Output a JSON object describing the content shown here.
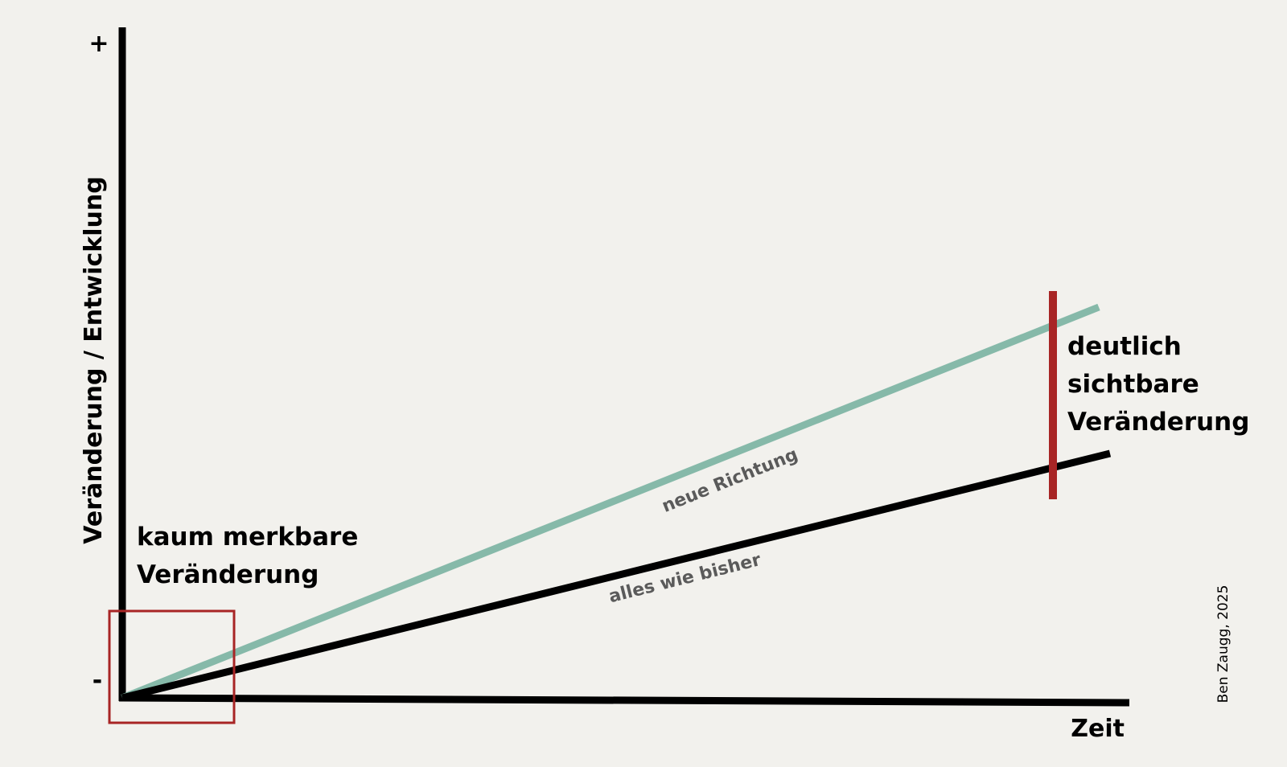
{
  "axes": {
    "y_label": "Veränderung / Entwicklung",
    "x_label": "Zeit",
    "y_top_marker": "+",
    "y_bottom_marker": "-"
  },
  "lines": {
    "new_direction": {
      "label": "neue Richtung",
      "color": "#86b9a9"
    },
    "business_as_usual": {
      "label": "alles wie bisher",
      "color": "#000000"
    }
  },
  "annotations": {
    "small_change": {
      "lines": [
        "kaum merkbare",
        "Veränderung"
      ]
    },
    "big_change": {
      "lines": [
        "deutlich",
        "sichtbare",
        "Veränderung"
      ]
    }
  },
  "highlight_color": "#a82525",
  "label_color": "#5a5a5a",
  "credit": "Ben Zaugg, 2025"
}
